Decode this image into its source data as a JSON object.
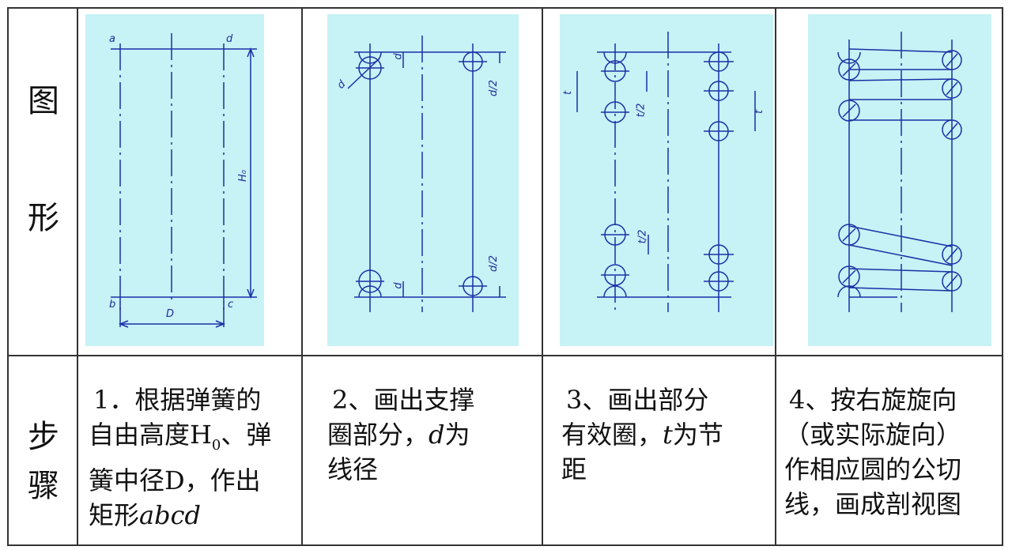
{
  "table": {
    "row_labels": {
      "figure": [
        "图",
        "形"
      ],
      "steps": [
        "步",
        "骤"
      ]
    },
    "colors": {
      "panel_bg": "#c7f2f6",
      "line": "#1a30a5",
      "grid": "#333333"
    },
    "steps": [
      {
        "line1": "1．根据弹簧的",
        "line2_pre": "自由高度H",
        "line2_sub": "0",
        "line2_post": "、弹",
        "line3": "簧中径D，作出",
        "line4_pre": "矩形",
        "line4_ital": "abcd"
      },
      {
        "line1": "2、画出支撑",
        "line2_pre": "圈部分，",
        "line2_ital": "d",
        "line2_post": "为",
        "line3": "线径"
      },
      {
        "line1": "3、画出部分",
        "line2_pre": "有效圈，",
        "line2_ital": "t",
        "line2_post": "为节",
        "line3": "距"
      },
      {
        "line1": "4、按右旋旋向",
        "line2": "（或实际旋向）",
        "line3": "作相应圆的公切",
        "line4": "线，画成剖视图"
      }
    ],
    "panel_labels": {
      "p1": {
        "a": "a",
        "d": "d",
        "b": "b",
        "c": "c",
        "D": "D",
        "H0": "H₀"
      },
      "p2": {
        "d_top": "d",
        "d_diag": "d",
        "d_bot": "d",
        "d2_top": "d/2",
        "d2_bot": "d/2"
      },
      "p3": {
        "t_left": "t",
        "t2_top": "t/2",
        "t_right": "t",
        "t2_bot": "t/2"
      }
    }
  }
}
